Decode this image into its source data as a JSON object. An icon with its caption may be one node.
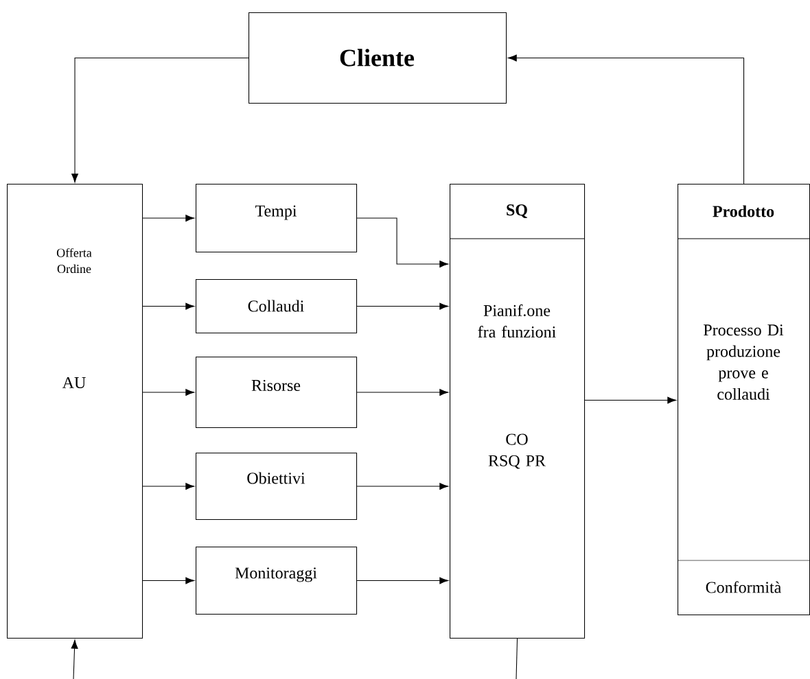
{
  "diagram": {
    "nodes": [
      {
        "text": [
          "Cliente"
        ]
      },
      {
        "text": [
          "Offerta Ordine",
          "AU"
        ]
      },
      {
        "text": [
          "Tempi"
        ]
      },
      {
        "text": [
          "Collaudi"
        ]
      },
      {
        "text": [
          "Risorse"
        ]
      },
      {
        "text": [
          "Obiettivi"
        ]
      },
      {
        "text": [
          "Monitoraggi"
        ]
      },
      {
        "text": [
          "SQ",
          "Pianif.one fra funzioni",
          "CO RSQ PR"
        ]
      },
      {
        "text": [
          "Prodotto",
          "Processo Di produzione prove e collaudi",
          "Conformità"
        ]
      }
    ],
    "edges": [
      {
        "from": 0,
        "to": 1,
        "arrow": "to"
      },
      {
        "from": 8,
        "to": 0,
        "arrow": "to"
      },
      {
        "from": 1,
        "to": 2,
        "arrow": "to"
      },
      {
        "from": 1,
        "to": 3,
        "arrow": "to"
      },
      {
        "from": 1,
        "to": 4,
        "arrow": "to"
      },
      {
        "from": 1,
        "to": 5,
        "arrow": "to"
      },
      {
        "from": 1,
        "to": 6,
        "arrow": "to"
      },
      {
        "from": 2,
        "to": 7,
        "arrow": "to"
      },
      {
        "from": 3,
        "to": 7,
        "arrow": "to"
      },
      {
        "from": 4,
        "to": 7,
        "arrow": "to"
      },
      {
        "from": 5,
        "to": 7,
        "arrow": "to"
      },
      {
        "from": 6,
        "to": 7,
        "arrow": "to"
      },
      {
        "from": 7,
        "to": 8,
        "arrow": "to"
      },
      {
        "from": null,
        "to": 1,
        "arrow": "to"
      },
      {
        "from": 7,
        "to": null,
        "arrow": "none"
      }
    ]
  }
}
